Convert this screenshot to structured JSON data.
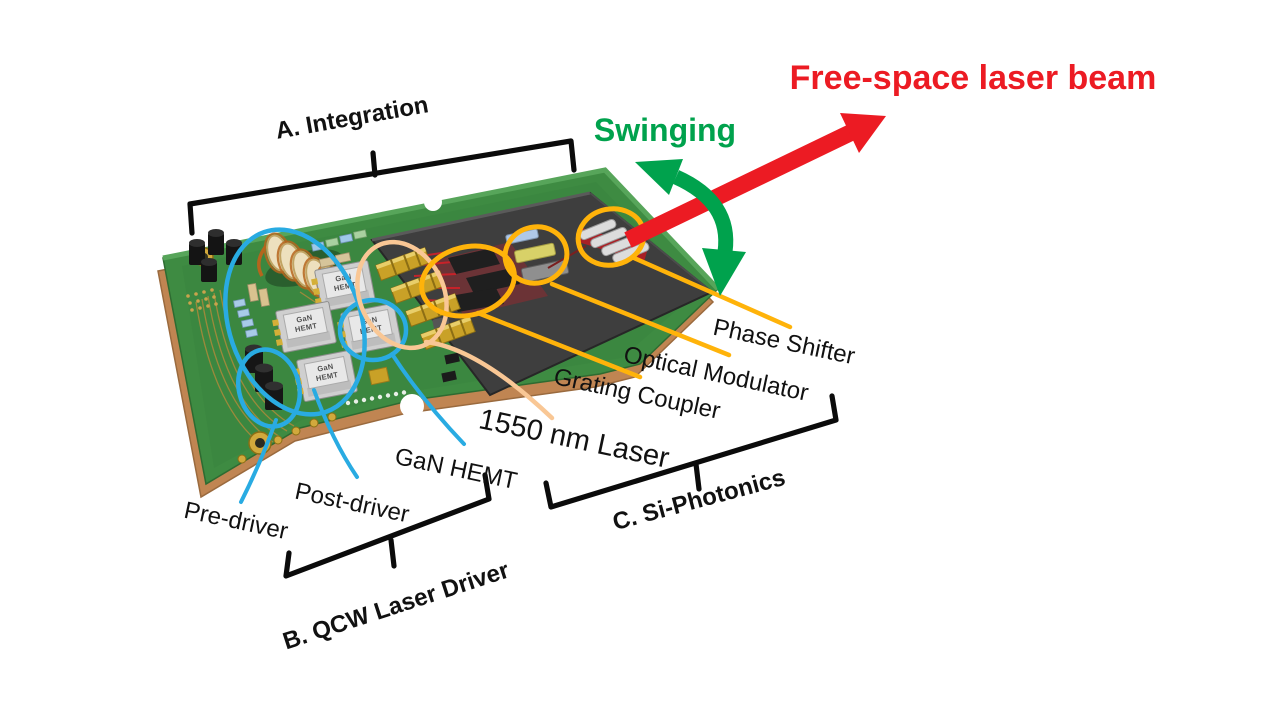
{
  "figure": {
    "headline": {
      "free_space_beam": "Free-space laser beam",
      "swinging": "Swinging"
    },
    "sections": {
      "integration": "A. Integration",
      "qcw_laser_driver": "B. QCW Laser Driver",
      "si_photonics": "C. Si-Photonics"
    },
    "components": {
      "phase_shifter": "Phase Shifter",
      "optical_modulator": "Optical Modulator",
      "grating_coupler": "Grating Coupler",
      "laser_1550": "1550 nm Laser",
      "gan_hemt": "GaN HEMT",
      "post_driver": "Post-driver",
      "pre_driver": "Pre-driver"
    },
    "chip_marking": {
      "line1": "GaN",
      "line2": "HEMT"
    },
    "colors": {
      "beam_red": "#EC1B23",
      "swing_green": "#00A24D",
      "annotation_blue": "#29ABE2",
      "annotation_yellow": "#FFB30A",
      "annotation_peach": "#F9C795",
      "pcb_green": "#3E8B42",
      "copper": "#C08552",
      "photonic_chip_gray": "#3E3E3E"
    }
  }
}
